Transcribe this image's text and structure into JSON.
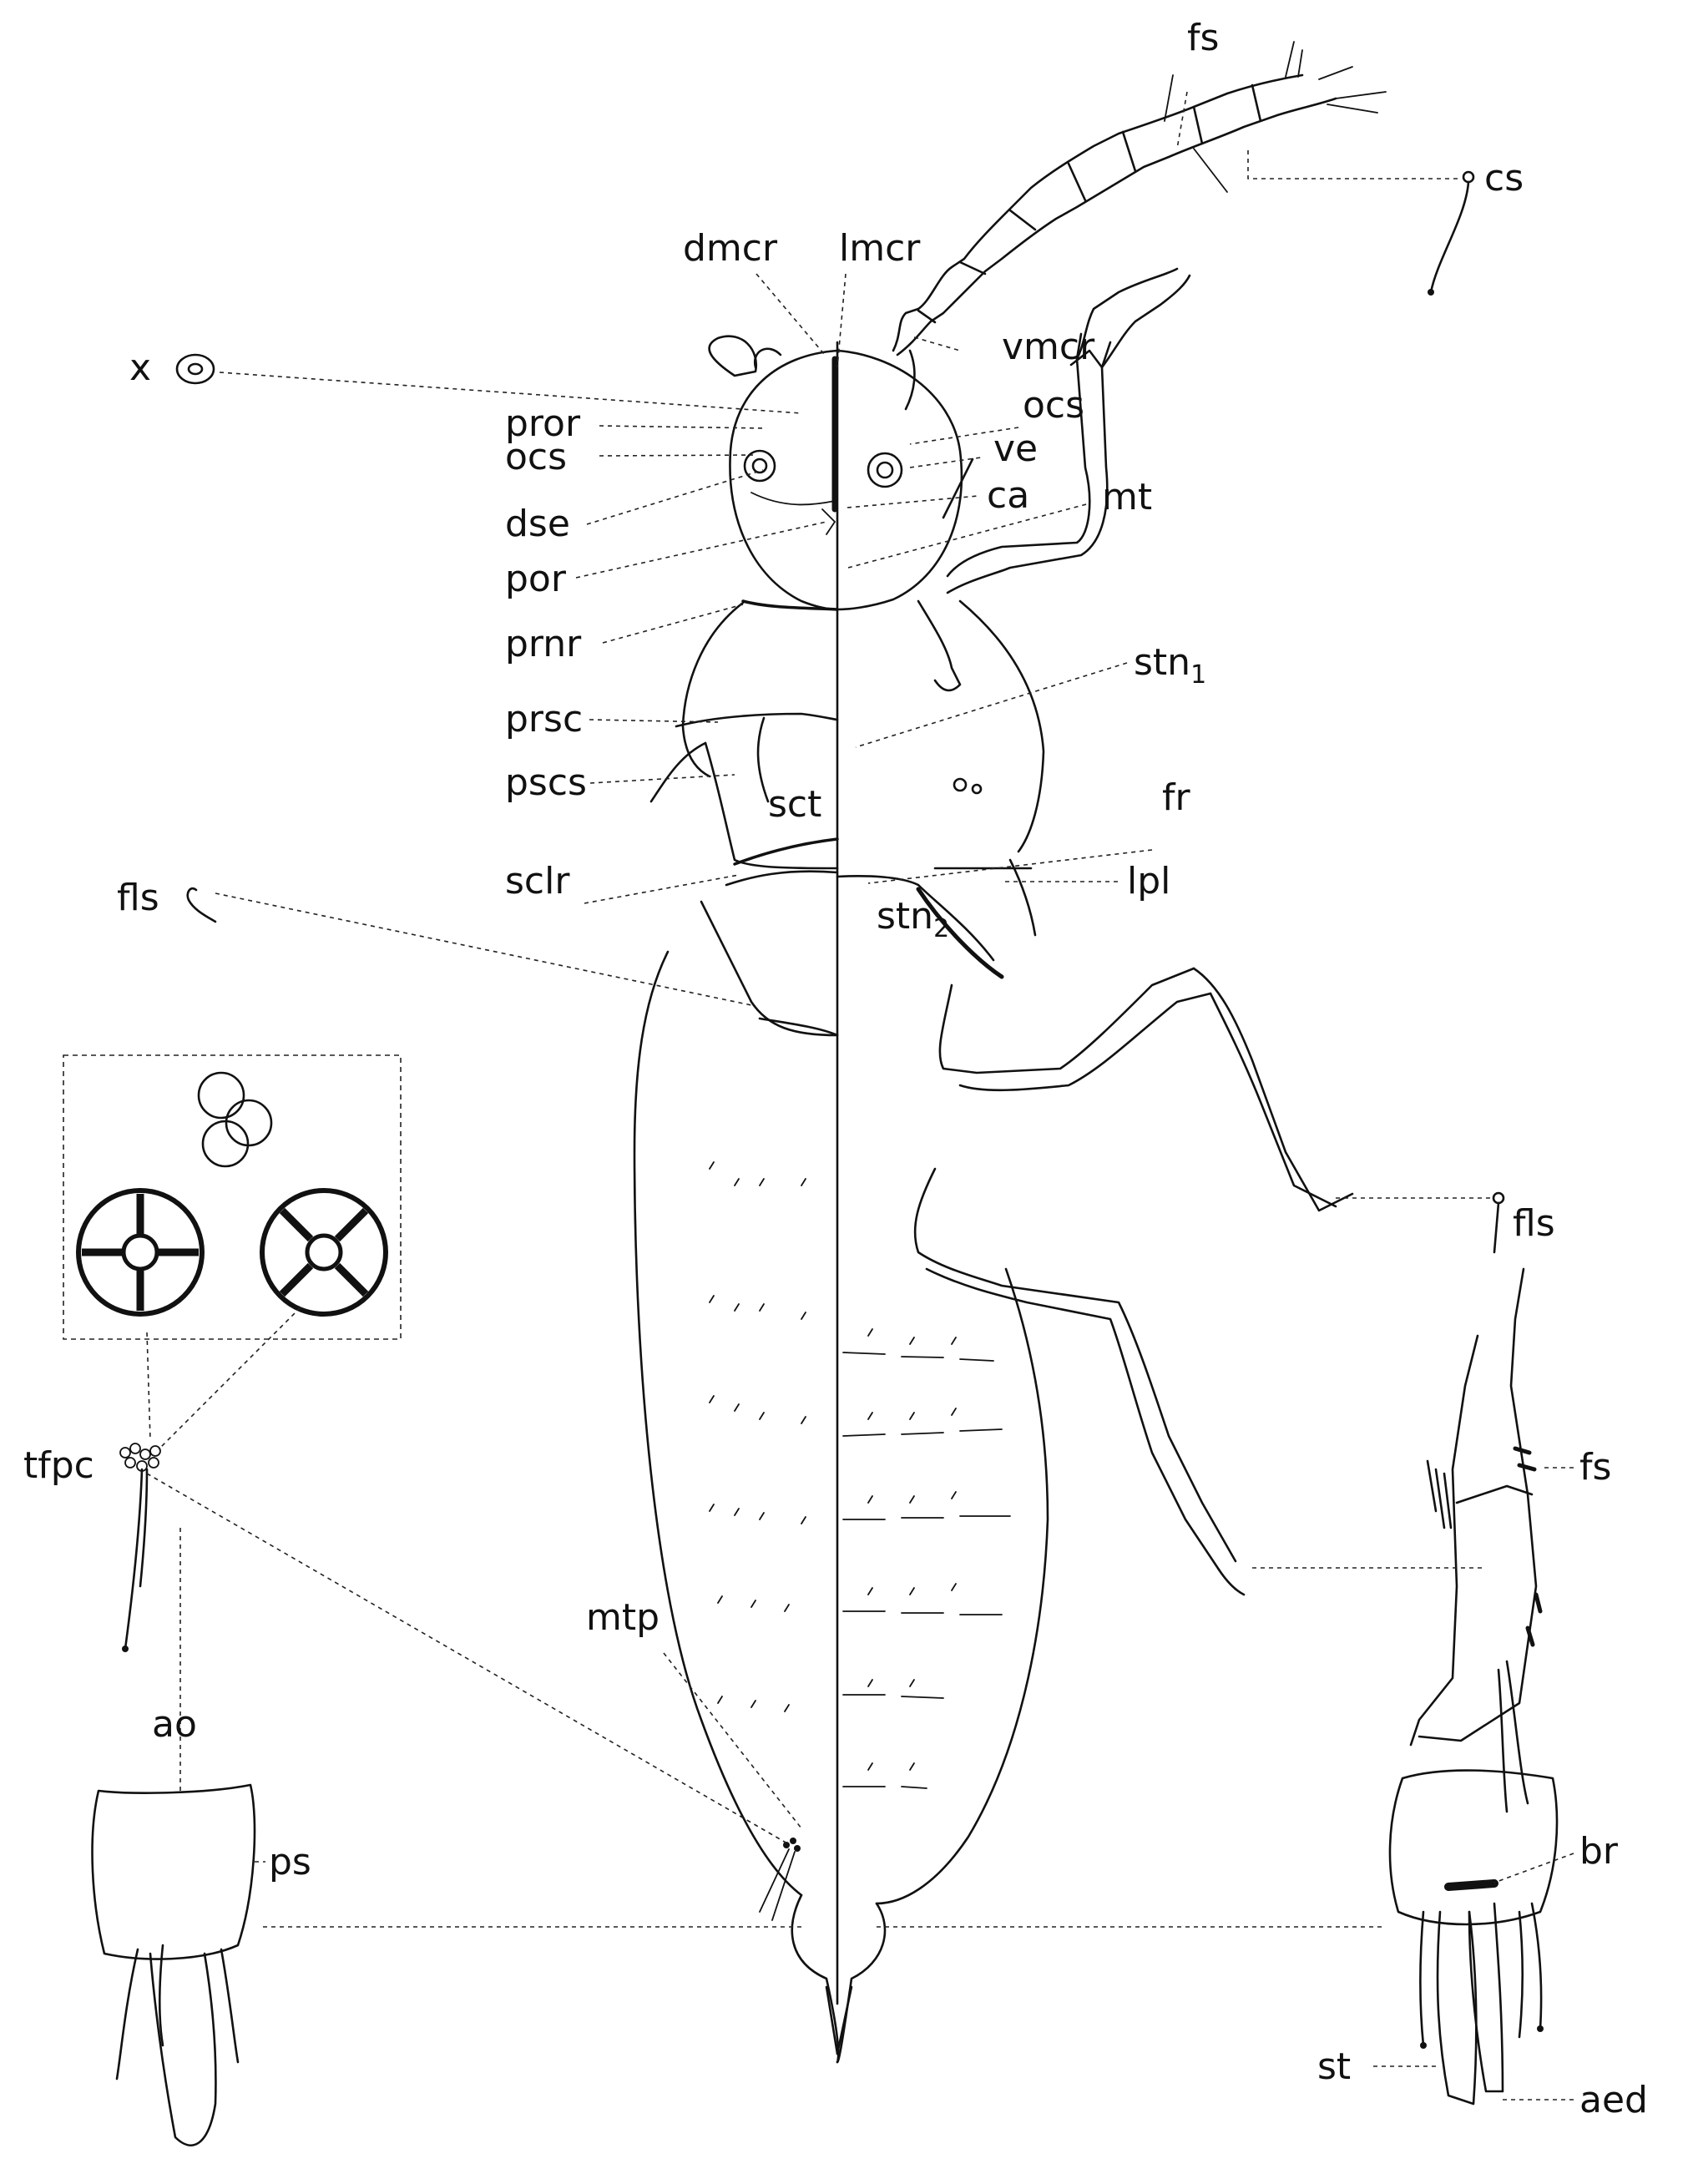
{
  "figure": {
    "labels": {
      "fs_top": "fs",
      "cs": "cs",
      "dmcr": "dmcr",
      "lmcr": "lmcr",
      "vmcr": "vmcr",
      "x": "x",
      "pror": "pror",
      "ocs_left": "ocs",
      "ocs_right": "ocs",
      "ve": "ve",
      "dse": "dse",
      "ca": "ca",
      "mt": "mt",
      "por": "por",
      "prnr": "prnr",
      "stn1": "stn",
      "stn1_sub": "1",
      "prsc": "prsc",
      "pscs": "pscs",
      "sct": "sct",
      "fr": "fr",
      "sclr": "sclr",
      "lpl": "lpl",
      "fls_left": "fls",
      "stn2": "stn",
      "stn2_sub": "2",
      "fls_right": "fls",
      "tfpc": "tfpc",
      "fs_right": "fs",
      "mtp": "mtp",
      "ao": "ao",
      "ps": "ps",
      "br": "br",
      "st": "st",
      "aed": "aed"
    }
  }
}
